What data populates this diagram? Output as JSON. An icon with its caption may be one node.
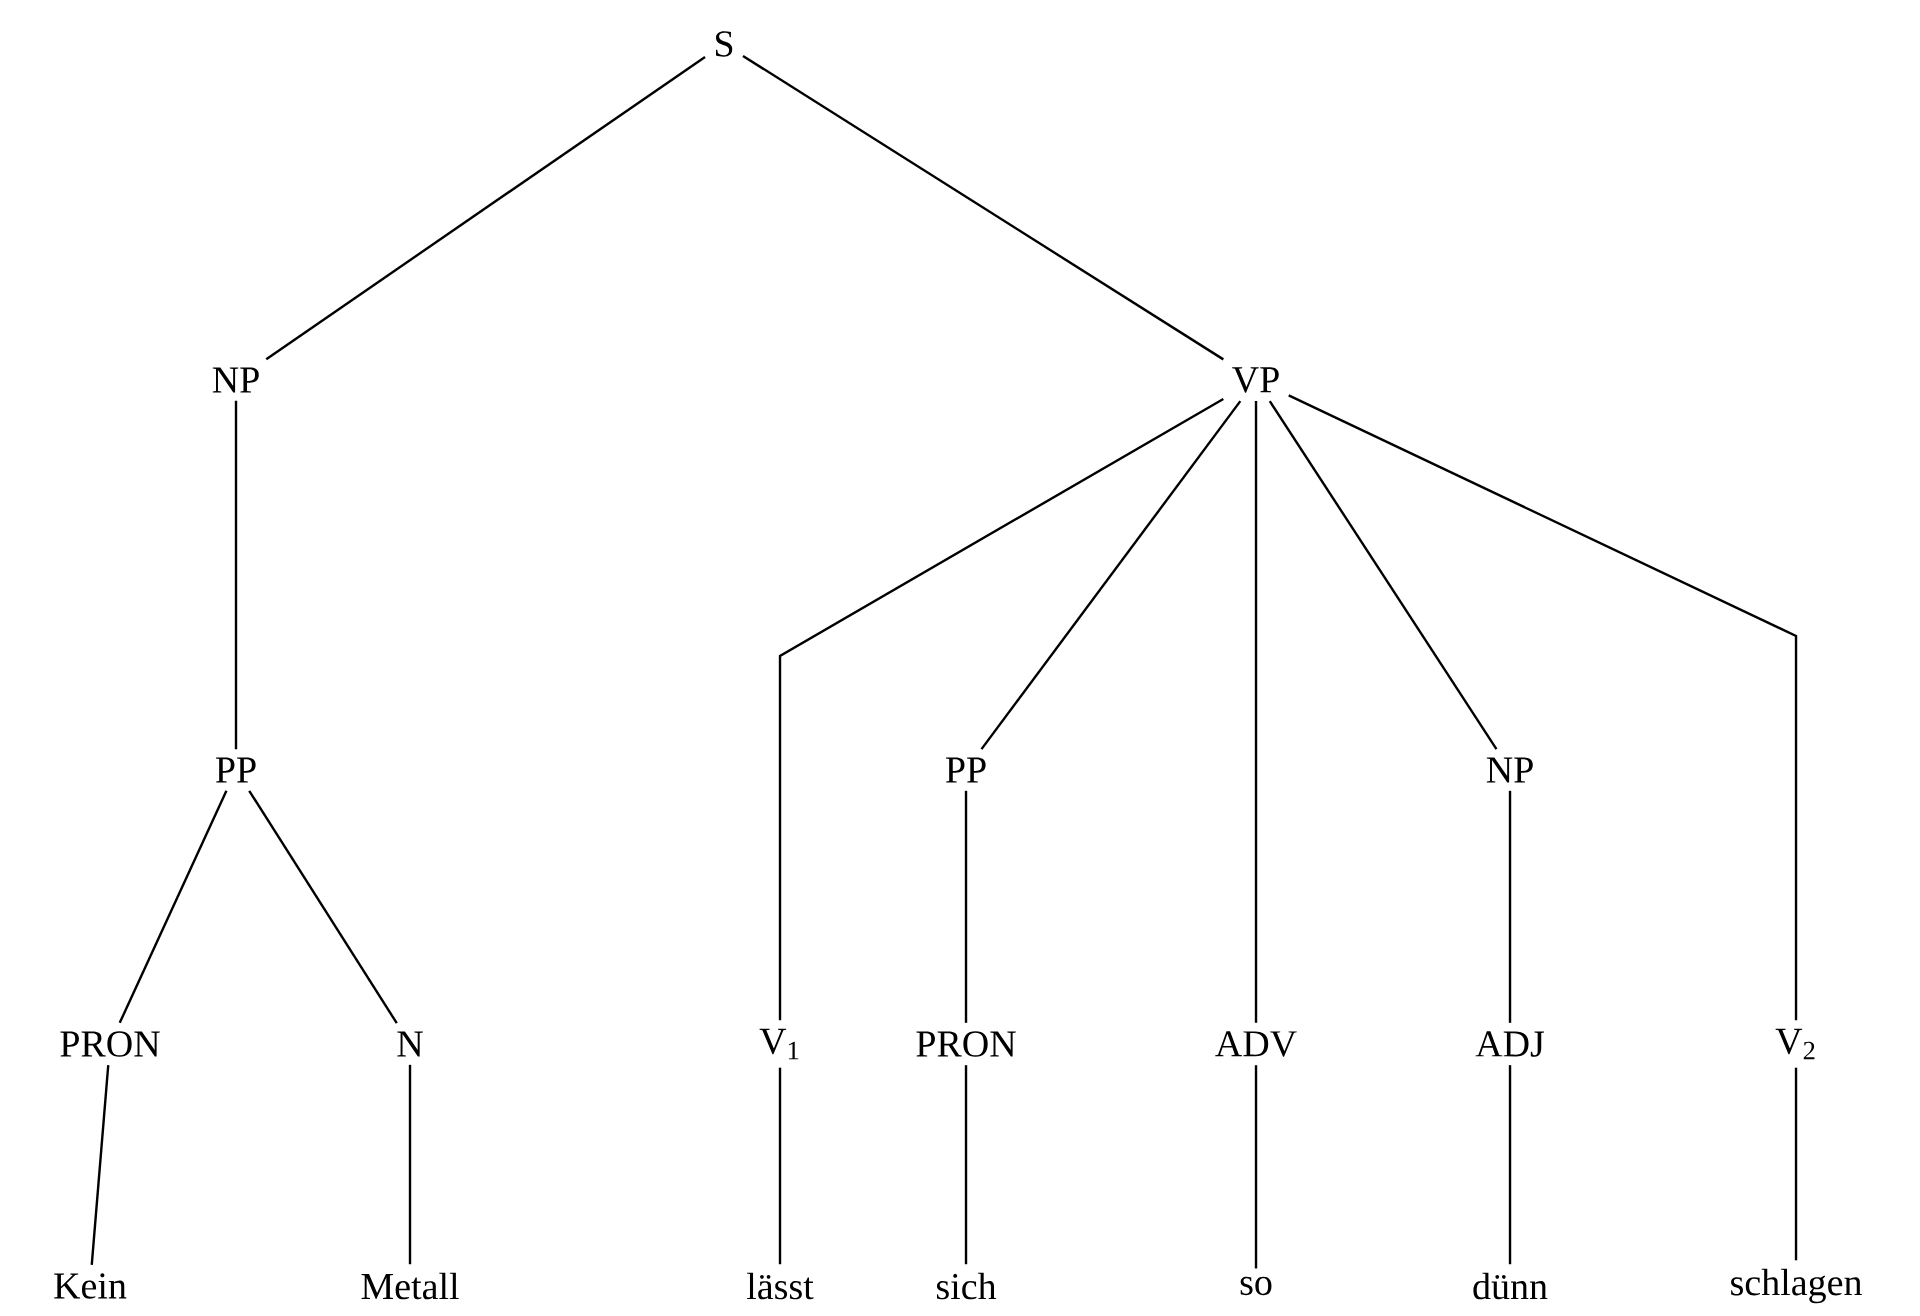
{
  "diagram": {
    "nodes": [
      {
        "text": [
          "S"
        ]
      },
      {
        "text": [
          "NP"
        ]
      },
      {
        "text": [
          "VP"
        ]
      },
      {
        "text": [
          "PP"
        ]
      },
      {
        "text": [
          "PRON"
        ]
      },
      {
        "text": [
          "N"
        ]
      },
      {
        "text": [
          "Kein"
        ]
      },
      {
        "text": [
          "Metall"
        ]
      },
      {
        "text": [
          "V$_{1}$"
        ]
      },
      {
        "text": [
          "PP"
        ]
      },
      {
        "text": [
          "ADV"
        ]
      },
      {
        "text": [
          "NP"
        ]
      },
      {
        "text": [
          "V$_{2}$"
        ]
      },
      {
        "text": [
          "PRON"
        ]
      },
      {
        "text": [
          "ADJ"
        ]
      },
      {
        "text": [
          "lässt"
        ]
      },
      {
        "text": [
          "sich"
        ]
      },
      {
        "text": [
          "so"
        ]
      },
      {
        "text": [
          "dünn"
        ]
      },
      {
        "text": [
          "schlagen"
        ]
      }
    ],
    "edges": [
      {
        "from": 0,
        "to": 1,
        "arrow": "none"
      },
      {
        "from": 0,
        "to": 2,
        "arrow": "none"
      },
      {
        "from": 1,
        "to": 3,
        "arrow": "none"
      },
      {
        "from": 3,
        "to": 4,
        "arrow": "none"
      },
      {
        "from": 3,
        "to": 5,
        "arrow": "none"
      },
      {
        "from": 4,
        "to": 6,
        "arrow": "none"
      },
      {
        "from": 5,
        "to": 7,
        "arrow": "none"
      },
      {
        "from": 2,
        "to": 8,
        "arrow": "none"
      },
      {
        "from": 2,
        "to": 9,
        "arrow": "none"
      },
      {
        "from": 2,
        "to": 10,
        "arrow": "none"
      },
      {
        "from": 2,
        "to": 11,
        "arrow": "none"
      },
      {
        "from": 2,
        "to": 12,
        "arrow": "none"
      },
      {
        "from": 9,
        "to": 13,
        "arrow": "none"
      },
      {
        "from": 11,
        "to": 14,
        "arrow": "none"
      },
      {
        "from": 8,
        "to": 15,
        "arrow": "none"
      },
      {
        "from": 13,
        "to": 16,
        "arrow": "none"
      },
      {
        "from": 10,
        "to": 17,
        "arrow": "none"
      },
      {
        "from": 14,
        "to": 18,
        "arrow": "none"
      },
      {
        "from": 12,
        "to": 19,
        "arrow": "none"
      }
    ]
  }
}
